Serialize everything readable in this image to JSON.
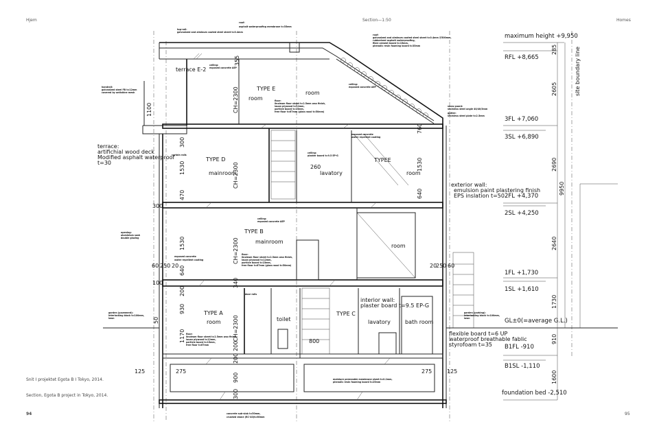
{
  "header": {
    "left": "Hjem",
    "center": "Section—1:50",
    "right": "Homes"
  },
  "captions": {
    "no": "Snit I projektet Egota B I Tokyo, 2014.",
    "en": "Section, Egota B project in Tokyo, 2014."
  },
  "pages": {
    "left": "94",
    "right": "95"
  },
  "levels": {
    "max": "maximum height +9,950",
    "rfl": "RFL +8,665",
    "fl3": "3FL +7,060",
    "sl3": "3SL +6,890",
    "fl2": "2FL +4,370",
    "sl2": "2SL +4,250",
    "fl1": "1FL +1,730",
    "sl1": "1SL +1,610",
    "gl": "GL±0(=average G.L.)",
    "b1fl": "B1FL -910",
    "b1sl": "B1SL -1,110",
    "foundation": "foundation bed -2,510"
  },
  "level_dims": {
    "d285": "285",
    "d2605": "2605",
    "d2690": "2690",
    "d2640": "2640",
    "d1730": "1730",
    "d910": "910",
    "d1600": "1600",
    "d9950": "9950"
  },
  "site_boundary": "site boundary line",
  "rooms": {
    "terraceE2": "terrace E-2",
    "typeE": "TYPE E",
    "roomE": "room",
    "roomE2": "room",
    "typeD": "TYPE D",
    "mainroomD": "mainroom",
    "lavatory3": "lavatory",
    "typeEE": "TYPEE",
    "roomEE": "room",
    "typeB": "TYPE B",
    "mainroomB": "mainroom",
    "roomB": "room",
    "typeA": "TYPE A",
    "roomA": "room",
    "toilet": "toilet",
    "typeC": "TYPE C",
    "lavatory1": "lavatory",
    "bathroom": "bath room"
  },
  "notes_large": {
    "terrace1": "terrace:",
    "terrace2": "artifichial wood deck",
    "terrace3": "Modified asphalt waterproof",
    "terrace4": " t=30",
    "ext1": "exterior wall:",
    "ext2": "emulsion paint plastering finish",
    "ext3": "EPS inslation t=50",
    "int1": "interior wall:",
    "int2": "plaster board t=9.5 EP-G",
    "flex1": "flexible board t=6 UP",
    "flex2": "waterproof breathable fablic",
    "flex3": "styrofoam  t=35"
  },
  "notes_small": {
    "toprail": "top-rail:",
    "toprail2": "galvanized and alminum coated steel sheet t=0.4mm",
    "roof1": "roof:",
    "roof1b": "asphalt waterproofing membrane t=35mm",
    "roof2": "roof:",
    "roof2b": "galvanized and alminum coated steel sheet t=0.4mm @500mm,",
    "roof2c": "rubberized asphalt waterproofing,",
    "roof2d": "fibre cement board t=15mm,",
    "roof2e": "phenolic resin foaming board t=35mm",
    "ceil1": "ceiling:",
    "ceil1b": "exposed concrete AEP",
    "ceil2": "ceiling:",
    "ceil2b": "exposed concrete AEP",
    "snow": "snow guard:",
    "snowb": "stainless steel angle 40/40/3mm",
    "gutter": "gutter:",
    "gutterb": "stainless steel plate t=2.5mm",
    "hand": "handrail:",
    "handb": "galvanized steel FB t=12mm",
    "handc": "covered by antishine mesh",
    "floor3": "floor:",
    "floor3b": "linoleum floor sheet t=2.5mm wax finish,",
    "floor3c": "lauan plywood t=12mm,",
    "floor3d": "particle board t=15mm,",
    "floor3e": "free floor t=67mm (glass wool t=50mm)",
    "ceil3": "ceiling:",
    "ceil3b": "plaster board t=9.5 EP-G",
    "exconc": "exposed concrete",
    "exconcb": "water repellent coating",
    "curtain": "curtain rails",
    "opening": "opening:",
    "openingb": "aluminium sash",
    "openingc": "double glazing",
    "ceil4": "ceiling:",
    "ceil4b": "exposed concrete AEP",
    "exconc2": "exposed concrete",
    "exconc2b": "water repellent coating",
    "floor2": "floor:",
    "floor2b": "linoleum floor sheet t=2.5mm wax finish,",
    "floor2c": "lauan plywood t=12mm,",
    "floor2d": "particle board t=15mm,",
    "floor2e": "free floor t=67mm (glass wool t=50mm)",
    "door": "door rails",
    "garden": "garden (pavement):",
    "gardenb": "interlocking block t=100mm,",
    "gardenc": "lawn",
    "garden2": "garden (parking):",
    "garden2b": "interlocking block t=100mm,",
    "garden2c": "lawn",
    "floor1": "floor:",
    "floor1b": "linoleum floor sheet t=2.5mm wax finish,",
    "floor1c": "lauan plywood t=12mm,",
    "floor1d": "particle board t=15mm,",
    "floor1e": "free floor t=67mm",
    "moist": "moisture permeable membrane sheet t=0.2mm,",
    "moistb": "phenolic resin foaming board t=25mm",
    "slab": "concrete sub-slab t=50mm,",
    "slabb": "crushed stone (RC-40)t=60mm"
  },
  "dims": {
    "d355": "355",
    "d1100": "1100",
    "d300a": "300",
    "d1530a": "1530",
    "d470": "470",
    "d300b": "300",
    "d1530b": "1530",
    "d640": "640",
    "d200a": "200",
    "d930": "930",
    "d1170": "1170",
    "d200b": "200",
    "d200c": "200",
    "d900": "900",
    "d300c": "300",
    "d340": "340",
    "ch": "CH=2300",
    "d260": "260",
    "d760": "760",
    "d1530c": "1530",
    "d640b": "640",
    "l60": "60",
    "l250": "250",
    "l20": "20",
    "r20": "20",
    "r250": "250",
    "r60": "60",
    "d100": "100",
    "d50": "50",
    "d125a": "125",
    "d275a": "275",
    "d275b": "275",
    "d125b": "125",
    "d800": "800"
  }
}
